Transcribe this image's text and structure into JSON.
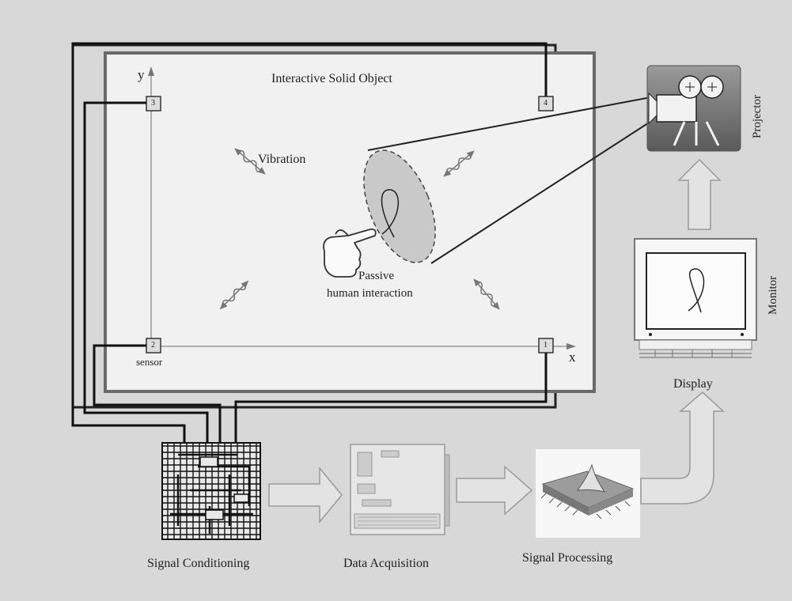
{
  "title": "Interactive Solid Object",
  "labels": {
    "vibration": "Vibration",
    "passive_line1": "Passive",
    "passive_line2": "human interaction",
    "sensor": "sensor",
    "axis_x": "x",
    "axis_y": "y",
    "projector": "Projector",
    "monitor": "Monitor",
    "display": "Display",
    "signal_conditioning": "Signal Conditioning",
    "data_acquisition": "Data Acquisition",
    "signal_processing": "Signal Processing"
  },
  "sensors": [
    "1",
    "2",
    "3",
    "4"
  ]
}
